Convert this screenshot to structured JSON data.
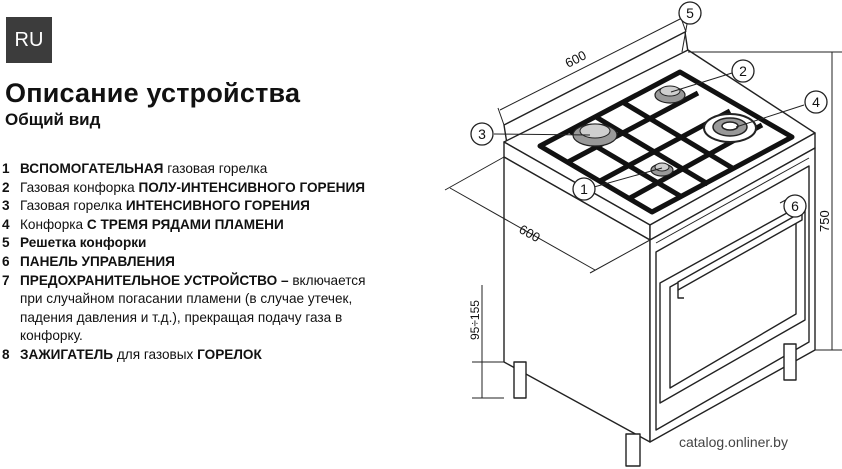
{
  "lang_badge": "RU",
  "title": "Описание устройства",
  "subtitle": "Общий вид",
  "legend": [
    {
      "num": "1",
      "bold_a": "ВСПОМОГАТЕЛЬНАЯ",
      "plain_a": " газовая горелка",
      "bold_b": "",
      "plain_b": "",
      "cont": []
    },
    {
      "num": "2",
      "bold_a": "",
      "plain_a": "Газовая конфорка ",
      "bold_b": "ПОЛУ-ИНТЕНСИВНОГО ГОРЕНИЯ",
      "plain_b": "",
      "cont": []
    },
    {
      "num": "3",
      "bold_a": "",
      "plain_a": "Газовая горелка ",
      "bold_b": "ИНТЕНСИВНОГО ГОРЕНИЯ",
      "plain_b": "",
      "cont": []
    },
    {
      "num": "4",
      "bold_a": "",
      "plain_a": "Конфорка ",
      "bold_b": "С ТРЕМЯ РЯДАМИ ПЛАМЕНИ",
      "plain_b": "",
      "cont": []
    },
    {
      "num": "5",
      "bold_a": "Решетка конфорки",
      "plain_a": "",
      "bold_b": "",
      "plain_b": "",
      "cont": []
    },
    {
      "num": "6",
      "bold_a": "ПАНЕЛЬ УПРАВЛЕНИЯ",
      "plain_a": "",
      "bold_b": "",
      "plain_b": "",
      "cont": []
    },
    {
      "num": "7",
      "bold_a": "ПРЕДОХРАНИТЕЛЬНОЕ УСТРОЙСТВО –",
      "plain_a": " включается",
      "bold_b": "",
      "plain_b": "",
      "cont": [
        "при случайном погасании пламени (в случае утечек,",
        "падения давления и т.д.), прекращая подачу газа в",
        "конфорку."
      ]
    },
    {
      "num": "8",
      "bold_a": "ЗАЖИГАТЕЛЬ",
      "plain_a": " для газовых ",
      "bold_b": "ГОРЕЛОК",
      "plain_b": "",
      "cont": []
    }
  ],
  "diagram": {
    "dim_top": "600",
    "dim_side": "600",
    "dim_height": "750",
    "dim_feet": "95÷155",
    "callouts": [
      "1",
      "2",
      "3",
      "4",
      "5",
      "6"
    ]
  },
  "watermark": "catalog.onliner.by"
}
